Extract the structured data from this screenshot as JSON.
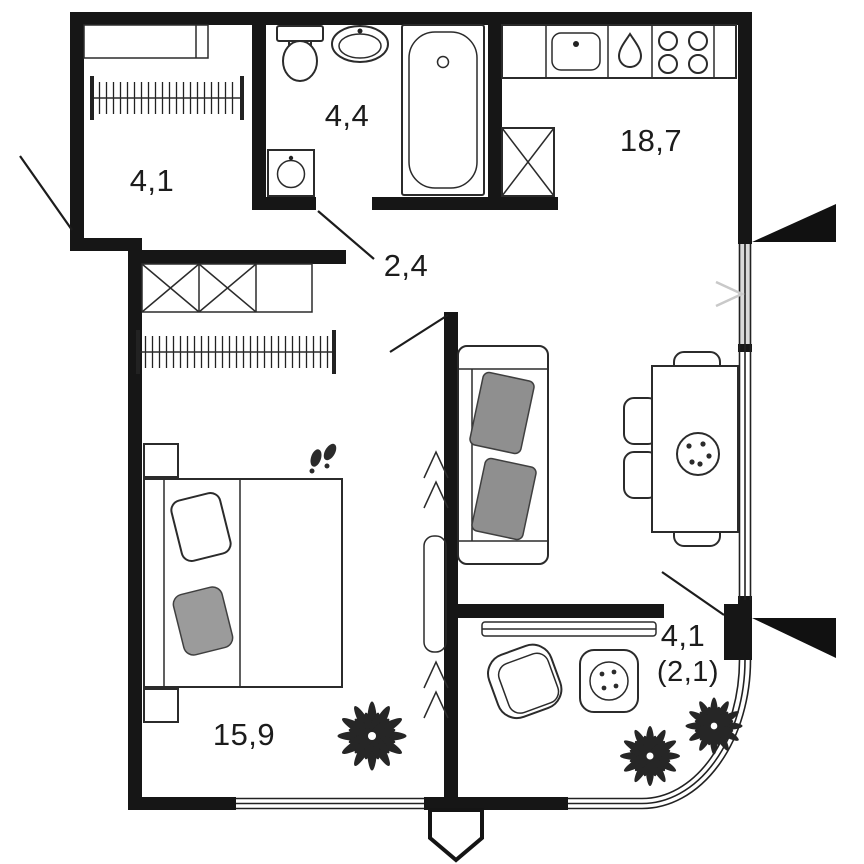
{
  "plan": {
    "kind": "apartment-floor-plan",
    "rooms": [
      {
        "name": "hallway",
        "area_label": "4,1"
      },
      {
        "name": "bathroom",
        "area_label": "4,4"
      },
      {
        "name": "corridor",
        "area_label": "2,4"
      },
      {
        "name": "kitchen-living-room",
        "area_label": "18,7"
      },
      {
        "name": "bedroom",
        "area_label": "15,9"
      },
      {
        "name": "loggia",
        "area_label": "4,1",
        "area_label_secondary": "(2,1)"
      }
    ],
    "colors": {
      "walls": "#161616",
      "furniture_lines": "#2b2b2b",
      "background": "#ffffff",
      "label": "#1c1c1c",
      "cushion_gray": "#8f8f8f",
      "pillow_gray": "#9b9b9b",
      "window_shade_gray": "#d9d9d9",
      "vent_chevron_gray": "#c9c9c9"
    }
  }
}
